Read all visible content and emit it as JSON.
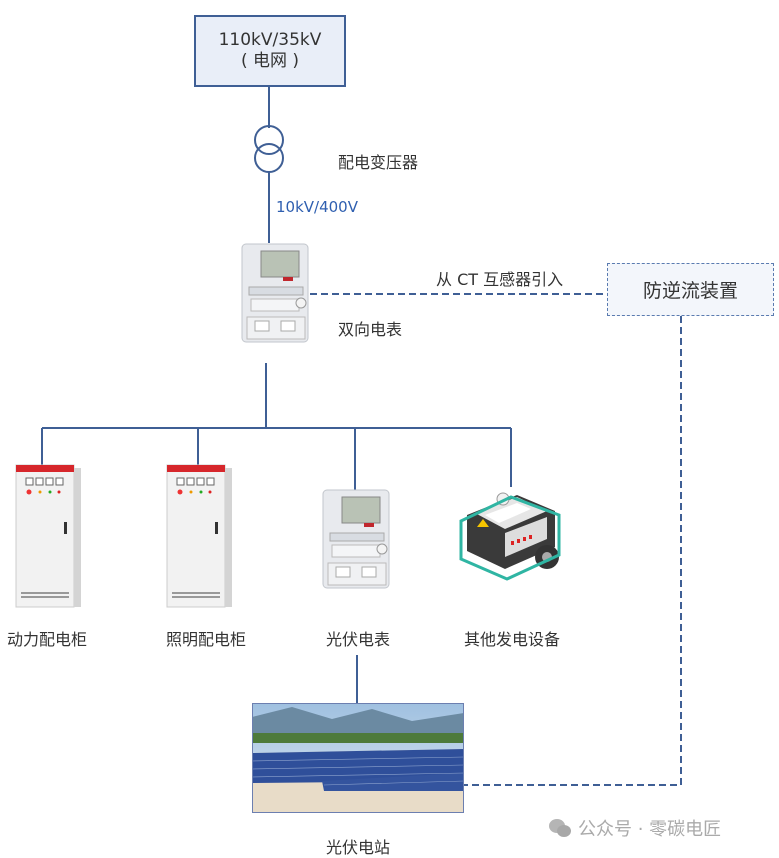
{
  "grid": {
    "line1": "110kV/35kV",
    "line2": "( 电网 )"
  },
  "transformer": {
    "label": "配电变压器",
    "ratio": "10kV/400V"
  },
  "bidirectional_meter": {
    "label": "双向电表"
  },
  "ct_link": {
    "label": "从 CT 互感器引入"
  },
  "anti_backflow": {
    "label": "防逆流装置"
  },
  "loads": [
    {
      "label": "动力配电柜",
      "icon": "power-cabinet"
    },
    {
      "label": "照明配电柜",
      "icon": "lighting-cabinet"
    },
    {
      "label": "光伏电表",
      "icon": "pv-meter"
    },
    {
      "label": "其他发电设备",
      "icon": "generator"
    }
  ],
  "pv_station": {
    "label": "光伏电站"
  },
  "watermark": {
    "text": "公众号 · 零碳电匠",
    "icon": "wechat-icon"
  },
  "colors": {
    "line": "#3f5f95",
    "ratio_text": "#2f5fb0",
    "box_fill": "#e9eef8"
  }
}
